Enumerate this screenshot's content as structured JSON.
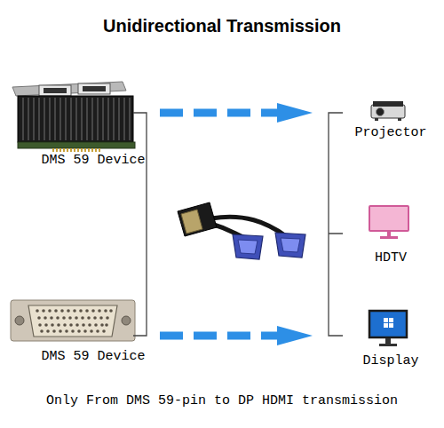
{
  "diagram": {
    "title": "Unidirectional Transmission",
    "caption": "Only From DMS 59-pin to DP HDMI transmission",
    "nodes": [
      {
        "text": [
          "DMS 59 Device"
        ]
      },
      {
        "text": [
          "DMS 59 Device"
        ]
      },
      {
        "text": [
          "Projector"
        ]
      },
      {
        "text": [
          "HDTV"
        ]
      },
      {
        "text": [
          "Display"
        ]
      }
    ],
    "edges": [
      {
        "from": 0,
        "to": 2,
        "arrow": "to"
      },
      {
        "from": 1,
        "to": 4,
        "arrow": "to"
      }
    ]
  }
}
